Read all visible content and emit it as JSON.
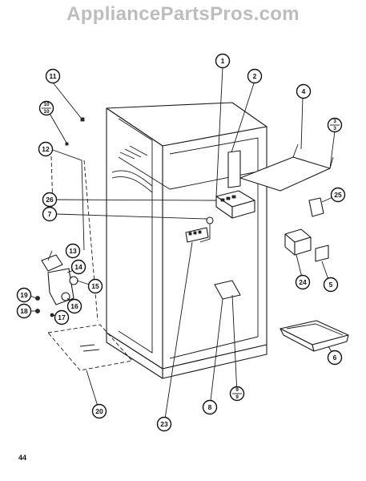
{
  "watermark": "AppliancePartsPros.com",
  "page_number": "44",
  "callouts": [
    {
      "id": "c1",
      "label": "1"
    },
    {
      "id": "c2",
      "label": "2"
    },
    {
      "id": "c3-3",
      "label_top": "3",
      "label_bottom": "3"
    },
    {
      "id": "c4",
      "label": "4"
    },
    {
      "id": "c5",
      "label": "5"
    },
    {
      "id": "c6",
      "label": "6"
    },
    {
      "id": "c7",
      "label": "7"
    },
    {
      "id": "c8",
      "label": "8"
    },
    {
      "id": "c9-9",
      "label_top": "9",
      "label_bottom": "9"
    },
    {
      "id": "c10-10",
      "label_top": "10",
      "label_bottom": "10"
    },
    {
      "id": "c11",
      "label": "11"
    },
    {
      "id": "c12",
      "label": "12"
    },
    {
      "id": "c13",
      "label": "13"
    },
    {
      "id": "c14",
      "label": "14"
    },
    {
      "id": "c15",
      "label": "15"
    },
    {
      "id": "c16",
      "label": "16"
    },
    {
      "id": "c17",
      "label": "17"
    },
    {
      "id": "c18",
      "label": "18"
    },
    {
      "id": "c19",
      "label": "19"
    },
    {
      "id": "c20",
      "label": "20"
    },
    {
      "id": "c23",
      "label": "23"
    },
    {
      "id": "c24",
      "label": "24"
    },
    {
      "id": "c25",
      "label": "25"
    },
    {
      "id": "c26",
      "label": "26"
    }
  ]
}
